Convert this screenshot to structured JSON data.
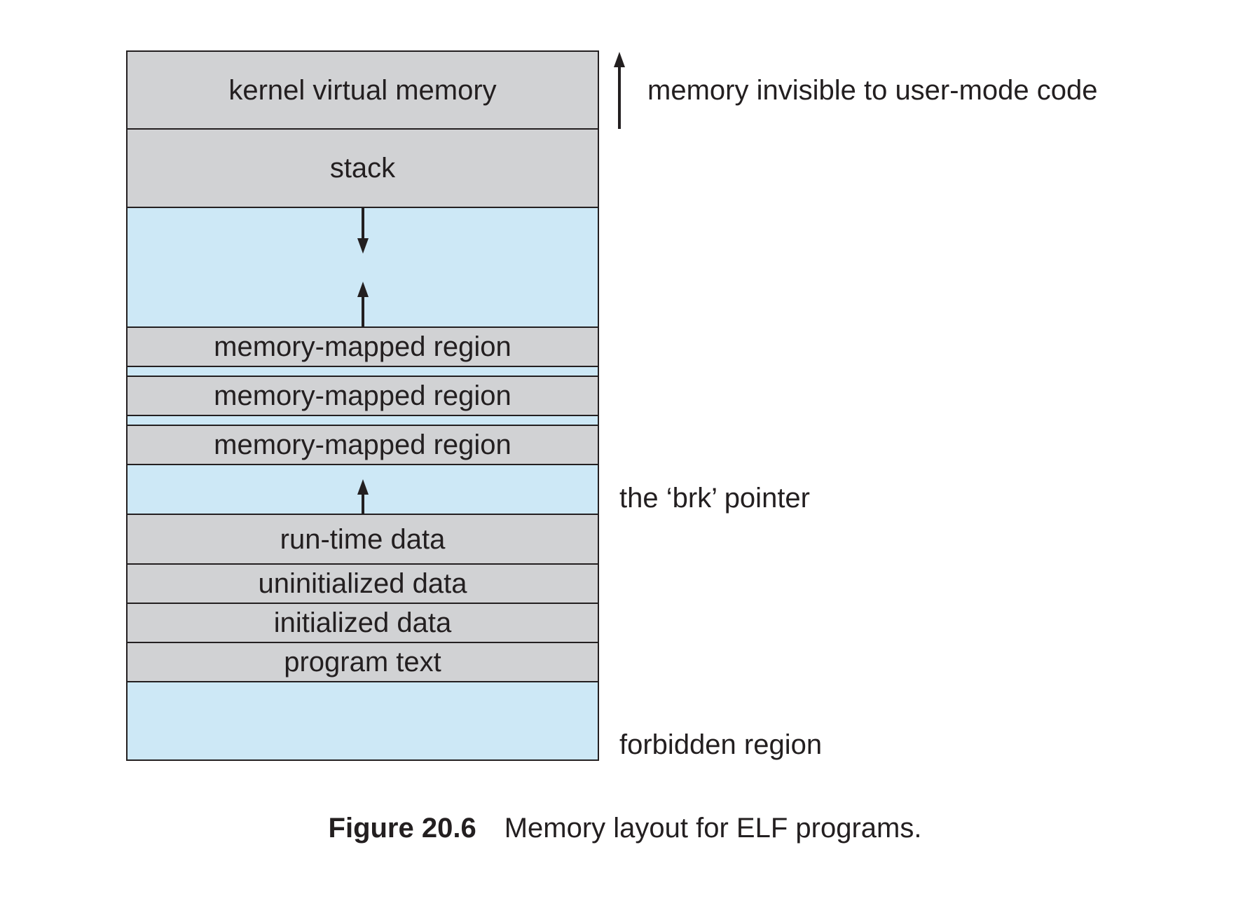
{
  "regions": [
    {
      "label": "kernel virtual memory",
      "fill": "#d1d2d4"
    },
    {
      "label": "stack",
      "fill": "#d1d2d4"
    },
    {
      "label": "",
      "fill": "#cde8f6"
    },
    {
      "label": "memory-mapped region",
      "fill": "#d1d2d4"
    },
    {
      "label": "",
      "fill": "#cde8f6"
    },
    {
      "label": "memory-mapped region",
      "fill": "#d1d2d4"
    },
    {
      "label": "",
      "fill": "#cde8f6"
    },
    {
      "label": "memory-mapped region",
      "fill": "#d1d2d4"
    },
    {
      "label": "",
      "fill": "#cde8f6"
    },
    {
      "label": "run-time data",
      "fill": "#d1d2d4"
    },
    {
      "label": "uninitialized data",
      "fill": "#d1d2d4"
    },
    {
      "label": "initialized data",
      "fill": "#d1d2d4"
    },
    {
      "label": "program text",
      "fill": "#d1d2d4"
    },
    {
      "label": "",
      "fill": "#cde8f6"
    }
  ],
  "annotations": {
    "kernel_note": "memory invisible to user-mode code",
    "brk_pointer": "the ‘brk’ pointer",
    "forbidden": "forbidden region"
  },
  "caption": {
    "number": "Figure 20.6",
    "text": "Memory layout for ELF programs."
  },
  "colors": {
    "gray": "#d1d2d4",
    "blue": "#cde8f6",
    "stroke": "#231f20"
  }
}
